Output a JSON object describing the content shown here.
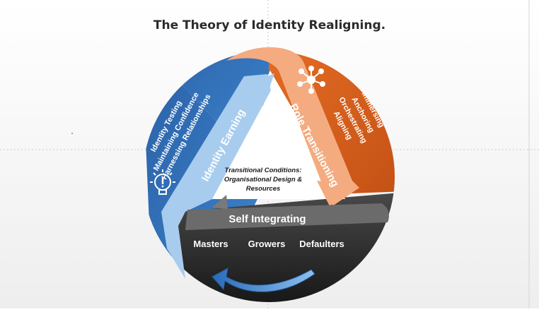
{
  "title": "The Theory of Identity Realigning.",
  "segments": {
    "identity_earning": {
      "label": "Identity Earning",
      "items": [
        "Identity Testing",
        "Maintaining Confidence",
        "Harnessing Relationships"
      ],
      "color": "#2e6fb5",
      "icon": "lightbulb-icon"
    },
    "role_transitioning": {
      "label": "Role Transitioning",
      "items": [
        "Immersing",
        "Anchoring",
        "Orchestrating",
        "Aligning"
      ],
      "color": "#d85a1c",
      "icon": "network-icon"
    },
    "self_integrating": {
      "label": "Self Integrating",
      "items": [
        "Masters",
        "Growers",
        "Defaulters"
      ],
      "color": "#3a3a3a"
    }
  },
  "center": {
    "lines": [
      "Transitional Conditions:",
      "Organisational Design &",
      "Resources"
    ]
  },
  "colors": {
    "blue": "#2e6fb5",
    "light_blue": "#9cc3e8",
    "orange": "#e06a24",
    "light_orange": "#f2a77c",
    "dark": "#2f2f2f",
    "gray_band": "#6a6a6a"
  }
}
